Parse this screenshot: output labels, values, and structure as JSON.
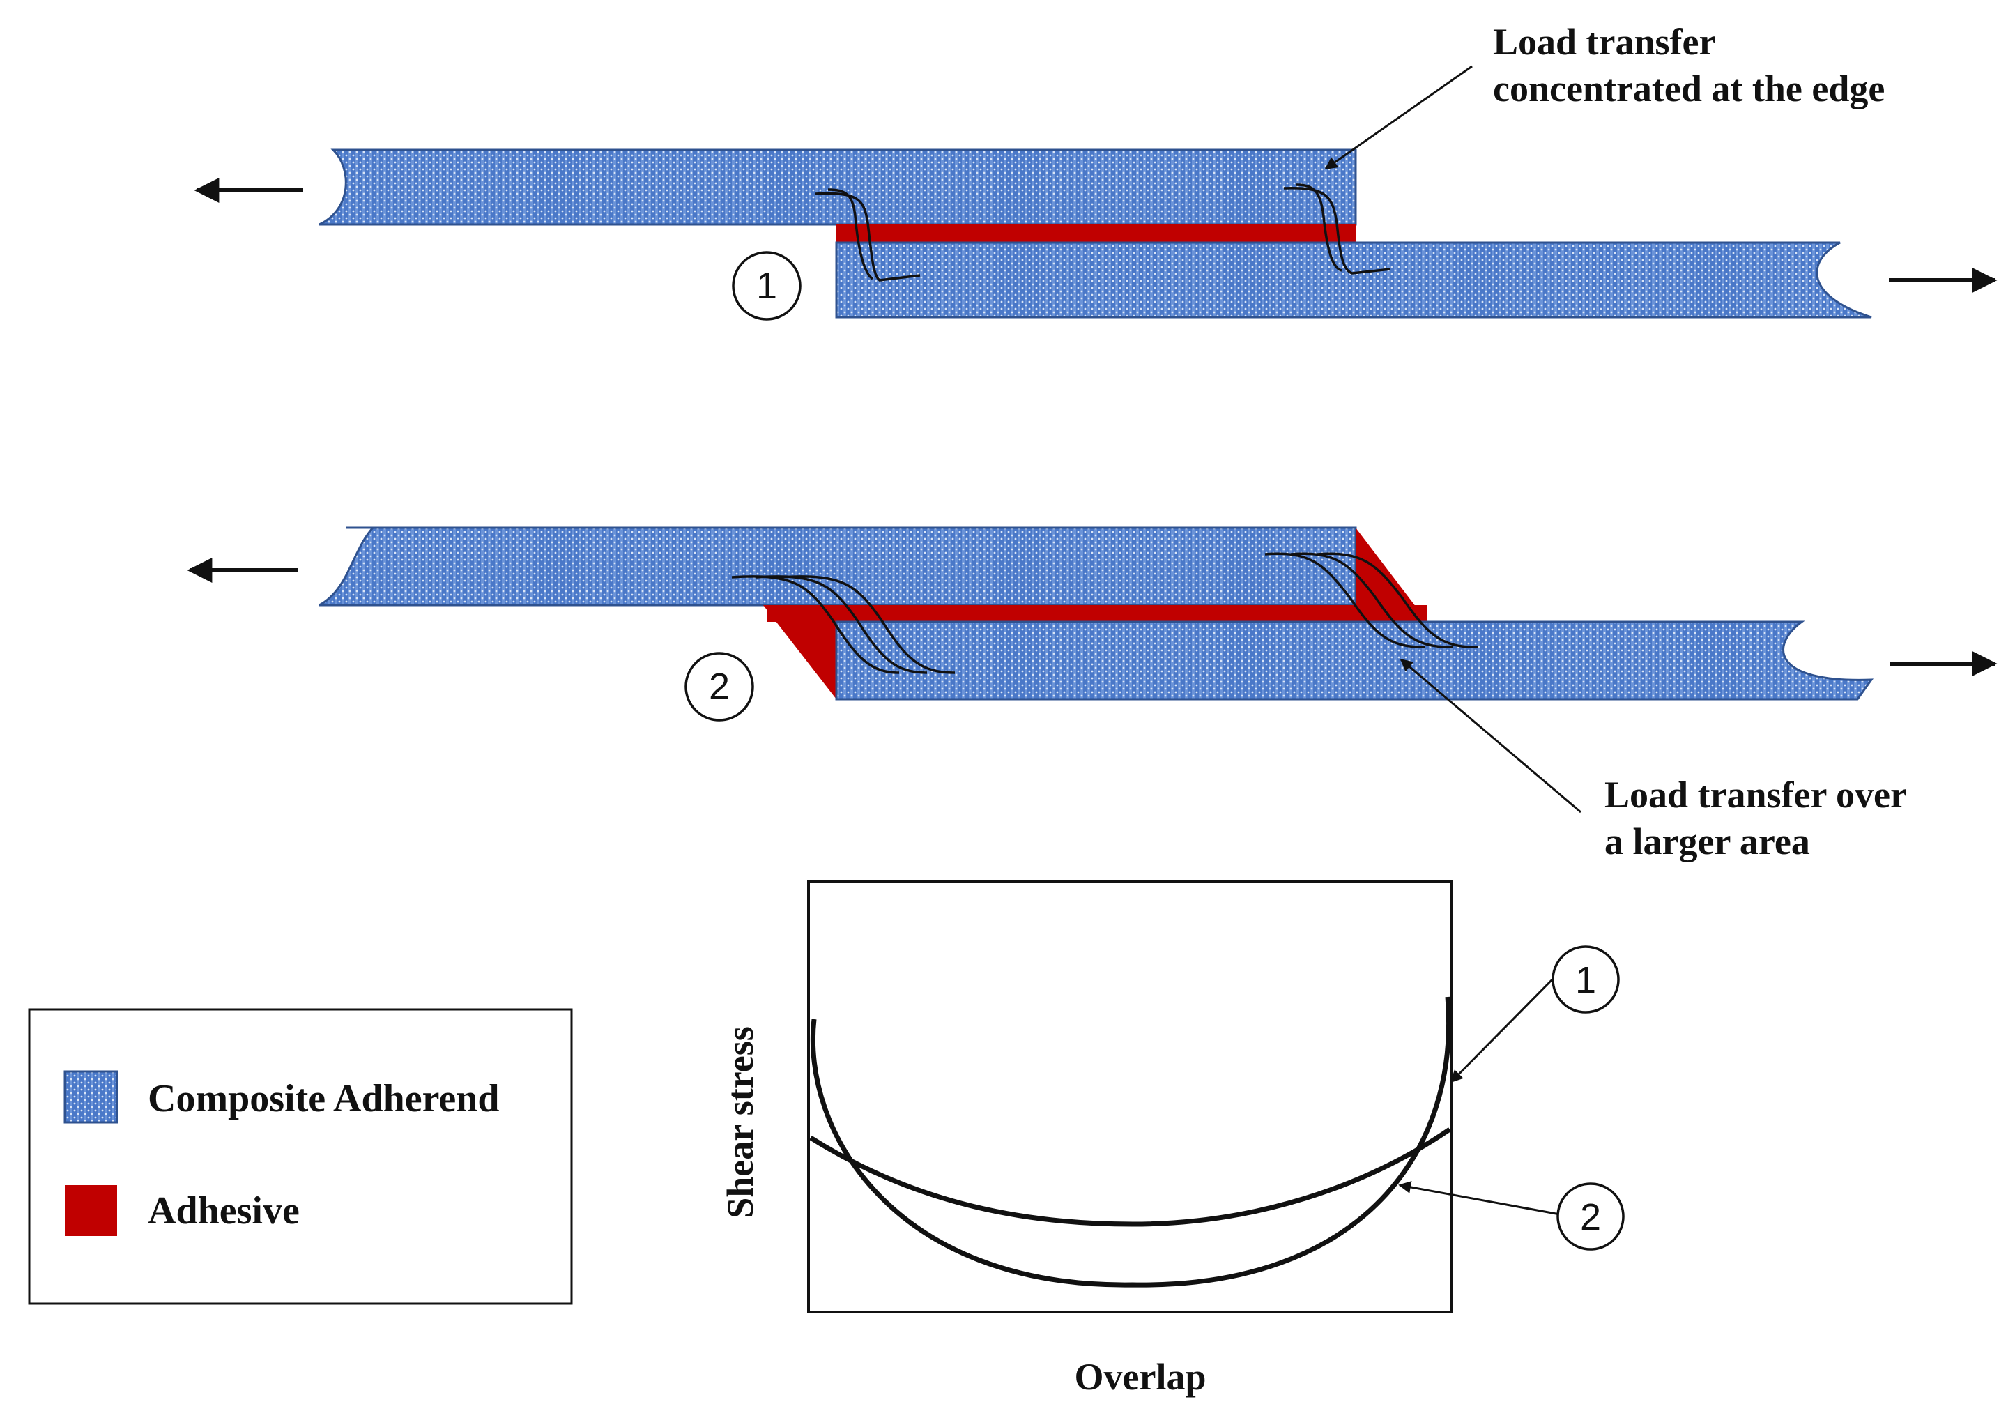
{
  "callouts": {
    "edge": {
      "line1": "Load transfer",
      "line2": "concentrated at the edge"
    },
    "area": {
      "line1": "Load transfer over",
      "line2": "a larger area"
    }
  },
  "markers": {
    "one": "1",
    "two": "2"
  },
  "legend": {
    "items": [
      {
        "label": "Composite Adherend",
        "color": "#4472c4"
      },
      {
        "label": "Adhesive",
        "color": "#c00000"
      }
    ]
  },
  "chart": {
    "xlabel": "Overlap",
    "ylabel": "Shear stress",
    "curve_labels": [
      "1",
      "2"
    ]
  },
  "colors": {
    "adherend": "#4472c4",
    "adherend_edge": "#2f528f",
    "adhesive": "#c00000",
    "ink": "#111111"
  }
}
